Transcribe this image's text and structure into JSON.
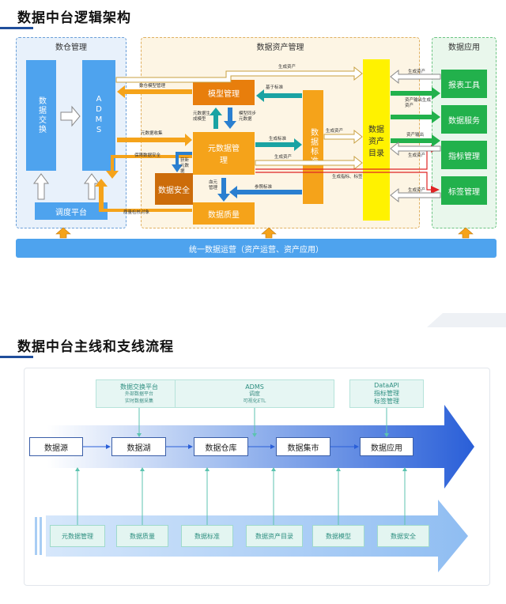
{
  "section1": {
    "title": "数据中台逻辑架构",
    "warehouse": {
      "title": "数仓管理",
      "exchange": "数据交换",
      "adms": "ADMS",
      "scheduler": "调度平台"
    },
    "asset_mgmt": {
      "title": "数据资产管理",
      "model": "模型管理",
      "metadata": "元数据管理",
      "security": "数据安全",
      "quality": "数据质量",
      "standard": "数据标准",
      "catalog": "数据资产目录"
    },
    "app": {
      "title": "数据应用",
      "items": [
        "报表工具",
        "数据服务",
        "指标管理",
        "标签管理"
      ]
    },
    "ops_bar": "统一数据运营（资产运营、资产应用）",
    "arrow_labels": {
      "gen_asset_top": "生成资产",
      "model_mgmt_flow": "数仓模型管理",
      "base_std": "基于标准",
      "meta_gen_model": "元数据生成模型",
      "model_sync": "模型同步元数据",
      "meta_collect": "元数据收集",
      "gen_std": "生成标准",
      "gen_asset_mid": "生成资产",
      "gen_asset_cat": "生成资产",
      "protect_sec": "保障数据安全",
      "new_meta": "获新元数据",
      "asset_mgmt_small": "血元管理",
      "ref_std": "参照标准",
      "quality_check": "质量检核对象",
      "gen_metric_tag": "生成指标、标签",
      "gen_asset_r1": "生成资产",
      "asset_out_1": "资产输出生成资产",
      "asset_out_2": "资产输出",
      "gen_asset_r3": "生成资产",
      "gen_asset_r4": "生成资产"
    }
  },
  "section2": {
    "title": "数据中台主线和支线流程",
    "top_notes": [
      {
        "title": "数据交换平台",
        "lines": [
          "外部数据平台",
          "实时数据采集"
        ]
      },
      {
        "title": "ADMS",
        "lines": [
          "调度",
          "可视化ETL"
        ]
      },
      {
        "title": "DataAPI",
        "lines": [
          "指标管理",
          "标签管理"
        ]
      }
    ],
    "main_steps": [
      "数据源",
      "数据湖",
      "数据仓库",
      "数据集市",
      "数据应用"
    ],
    "branch_steps": [
      "元数据管理",
      "数据质量",
      "数据标准",
      "数据资产目录",
      "数据模型",
      "数据安全"
    ]
  },
  "colors": {
    "blue_box": "#4ea3ee",
    "orange": "#f5a31a",
    "dark_orange": "#e87e0c",
    "yellow": "#fff200",
    "green": "#22b14c",
    "accent_blue": "#1f4e9b"
  }
}
